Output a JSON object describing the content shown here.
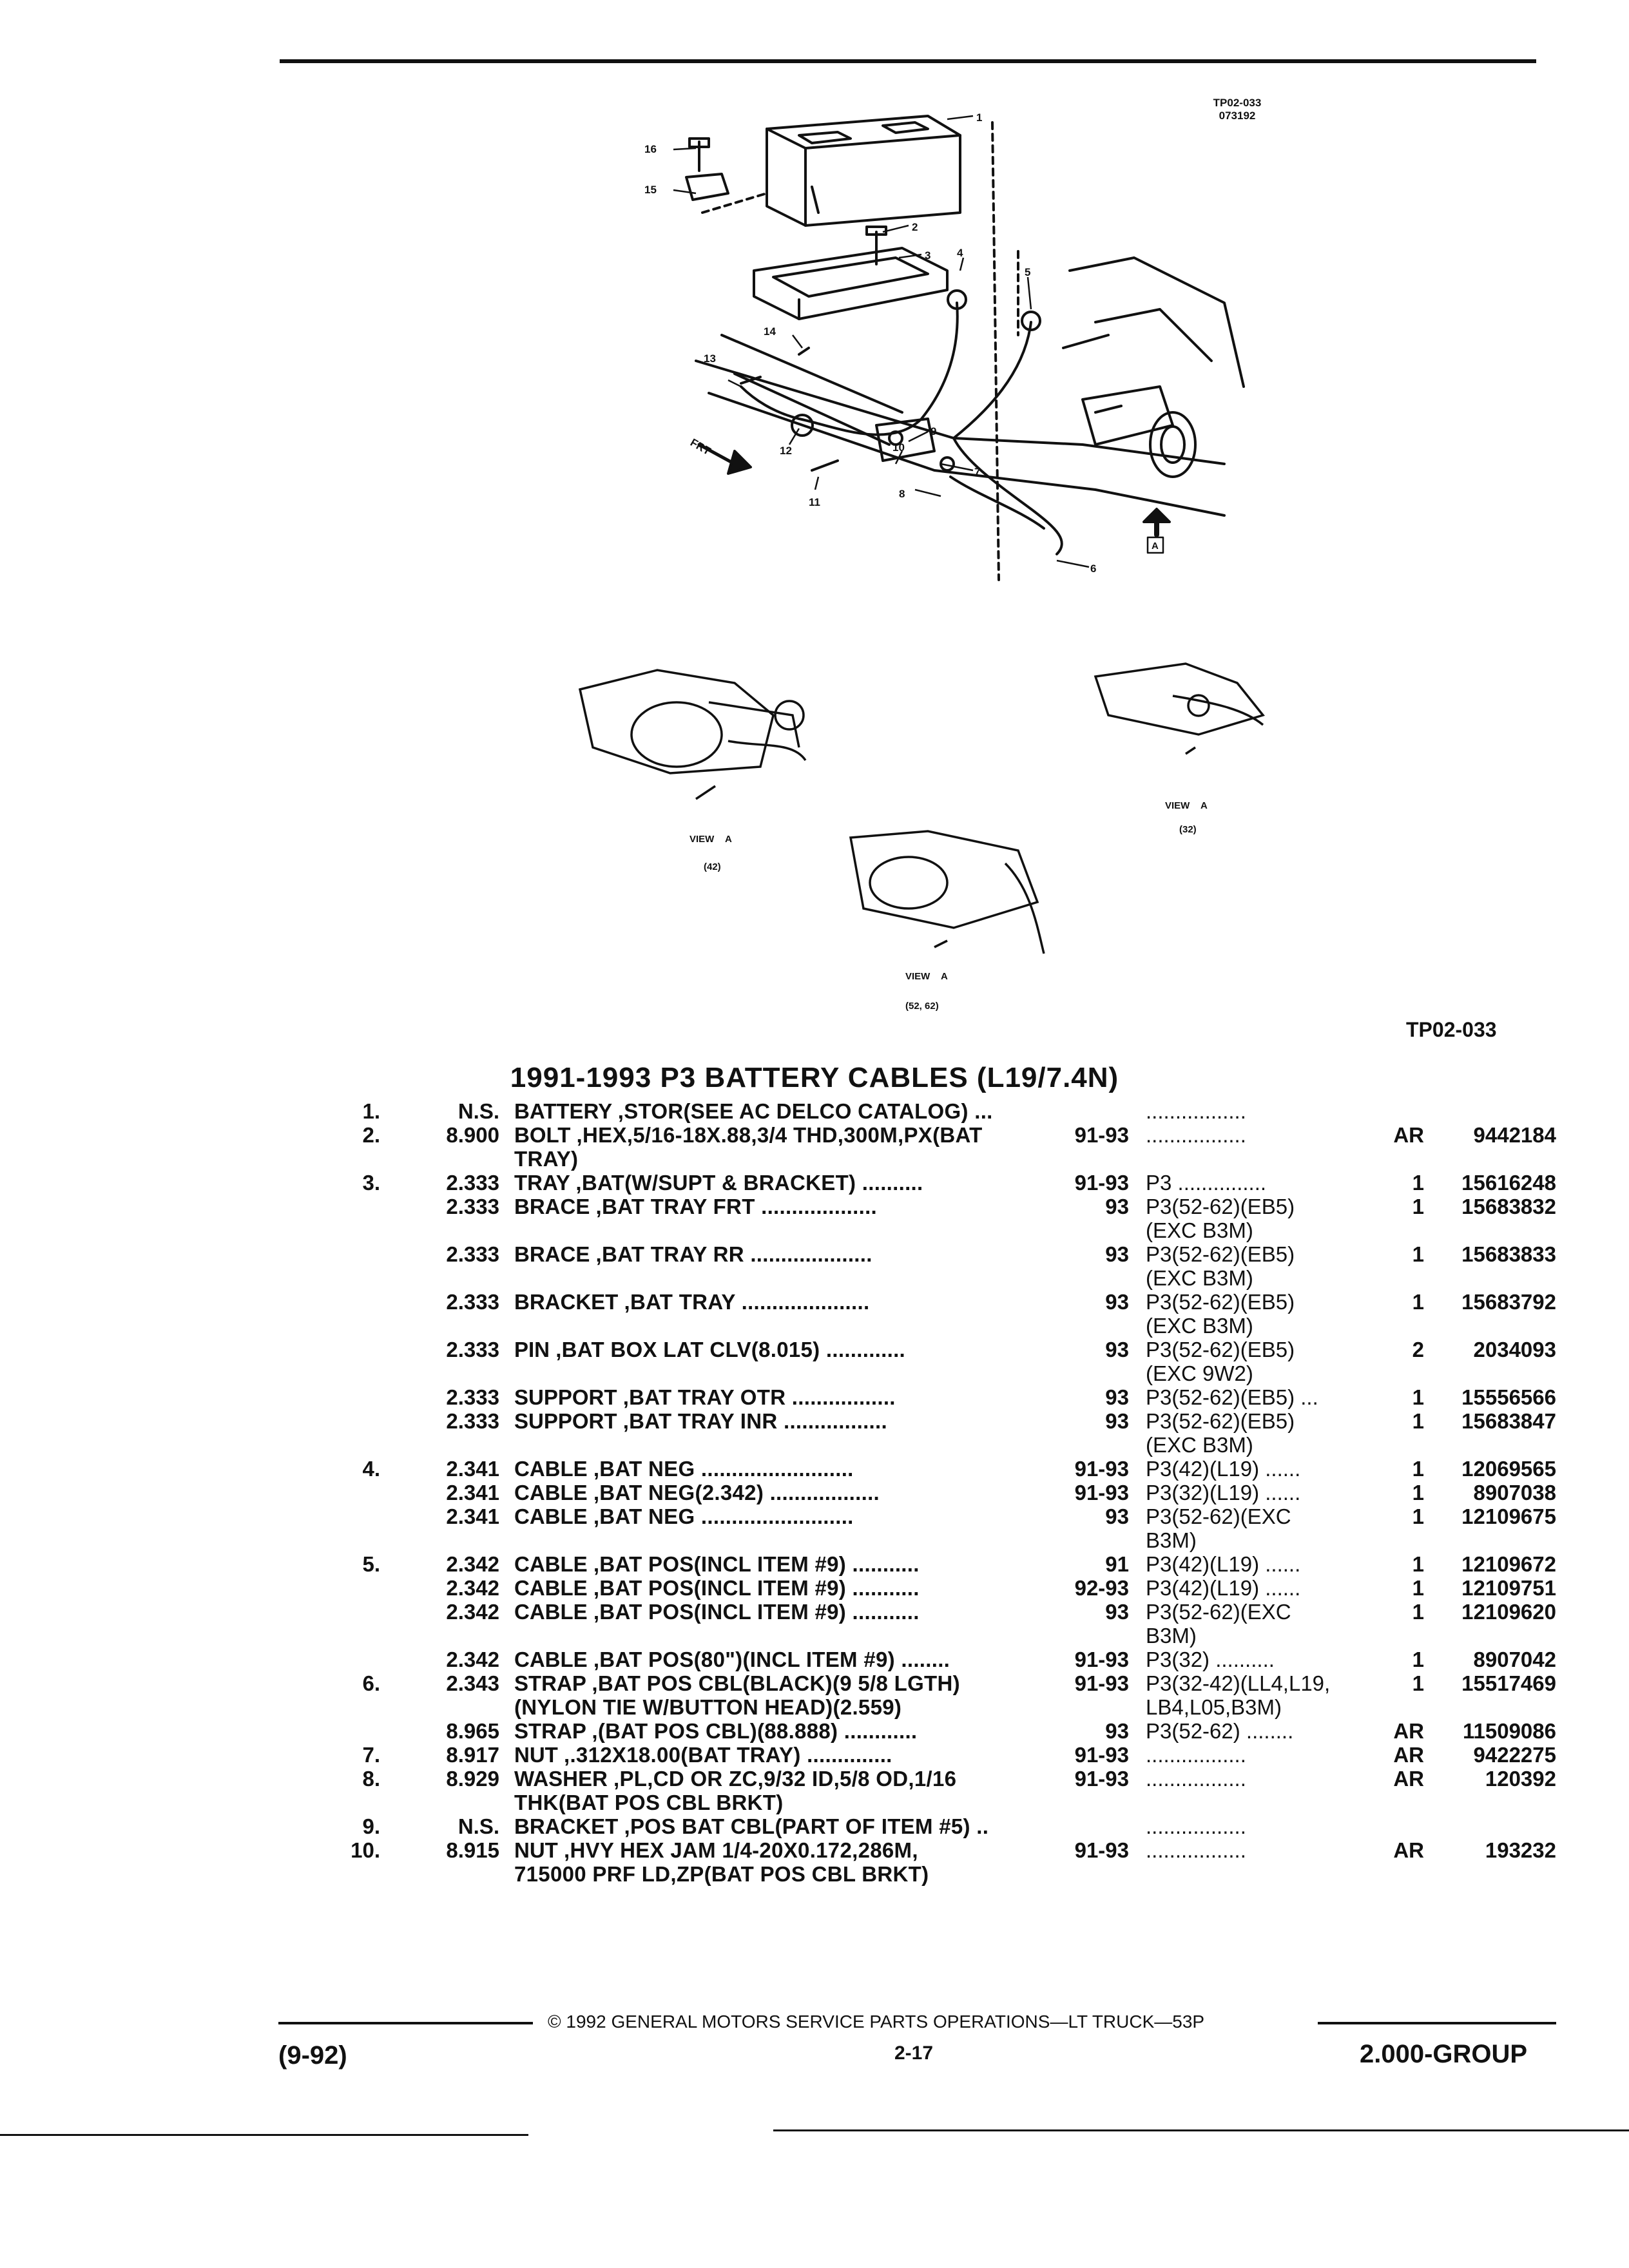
{
  "diagram": {
    "ref_code": "TP02-033",
    "ref_date": "073192",
    "figure_id": "TP02-033",
    "callouts": [
      "1",
      "2",
      "3",
      "4",
      "5",
      "6",
      "7",
      "8",
      "9",
      "10",
      "11",
      "12",
      "13",
      "14",
      "15",
      "16"
    ],
    "view_labels": [
      {
        "prefix": "VIEW",
        "tag": "A",
        "applies": "(42)"
      },
      {
        "prefix": "VIEW",
        "tag": "A",
        "applies": "(32)"
      },
      {
        "prefix": "VIEW",
        "tag": "A",
        "applies": "(52, 62)"
      }
    ],
    "frt_label": "FRT",
    "view_tag": "A"
  },
  "title": "1991-1993 P3 BATTERY CABLES (L19/7.4N)",
  "rows": [
    {
      "item": "1.",
      "group": "N.S.",
      "name": "BATTERY",
      "rest": ",STOR(SEE AC DELCO CATALOG)  ...",
      "years": "",
      "usage": ".................",
      "qty": "",
      "part": ""
    },
    {
      "item": "2.",
      "group": "8.900",
      "name": "BOLT",
      "rest": ",HEX,5/16-18X.88,3/4 THD,300M,PX(BAT",
      "years": "91-93",
      "usage": ".................",
      "qty": "AR",
      "part": "9442184"
    },
    {
      "item": "",
      "group": "",
      "name": "",
      "rest": "TRAY)",
      "years": "",
      "usage": "",
      "qty": "",
      "part": ""
    },
    {
      "item": "3.",
      "group": "2.333",
      "name": "TRAY",
      "rest": ",BAT(W/SUPT & BRACKET)  ..........",
      "years": "91-93",
      "usage": "P3  ...............",
      "qty": "1",
      "part": "15616248"
    },
    {
      "item": "",
      "group": "2.333",
      "name": "BRACE",
      "rest": ",BAT TRAY FRT  ...................",
      "years": "93",
      "usage": "P3(52-62)(EB5)",
      "qty": "1",
      "part": "15683832"
    },
    {
      "item": "",
      "group": "",
      "name": "",
      "rest": "",
      "years": "",
      "usage": "(EXC B3M)",
      "qty": "",
      "part": ""
    },
    {
      "item": "",
      "group": "2.333",
      "name": "BRACE",
      "rest": ",BAT TRAY RR  ....................",
      "years": "93",
      "usage": "P3(52-62)(EB5)",
      "qty": "1",
      "part": "15683833"
    },
    {
      "item": "",
      "group": "",
      "name": "",
      "rest": "",
      "years": "",
      "usage": "(EXC B3M)",
      "qty": "",
      "part": ""
    },
    {
      "item": "",
      "group": "2.333",
      "name": "BRACKET",
      "rest": ",BAT TRAY  .....................",
      "years": "93",
      "usage": "P3(52-62)(EB5)",
      "qty": "1",
      "part": "15683792"
    },
    {
      "item": "",
      "group": "",
      "name": "",
      "rest": "",
      "years": "",
      "usage": "(EXC B3M)",
      "qty": "",
      "part": ""
    },
    {
      "item": "",
      "group": "2.333",
      "name": "PIN",
      "rest": ",BAT BOX LAT CLV(8.015)  .............",
      "years": "93",
      "usage": "P3(52-62)(EB5)",
      "qty": "2",
      "part": "2034093"
    },
    {
      "item": "",
      "group": "",
      "name": "",
      "rest": "",
      "years": "",
      "usage": "(EXC 9W2)",
      "qty": "",
      "part": ""
    },
    {
      "item": "",
      "group": "2.333",
      "name": "SUPPORT",
      "rest": ",BAT TRAY OTR  .................",
      "years": "93",
      "usage": "P3(52-62)(EB5)  ...",
      "qty": "1",
      "part": "15556566"
    },
    {
      "item": "",
      "group": "2.333",
      "name": "SUPPORT",
      "rest": ",BAT TRAY INR  .................",
      "years": "93",
      "usage": "P3(52-62)(EB5)",
      "qty": "1",
      "part": "15683847"
    },
    {
      "item": "",
      "group": "",
      "name": "",
      "rest": "",
      "years": "",
      "usage": "(EXC B3M)",
      "qty": "",
      "part": ""
    },
    {
      "item": "4.",
      "group": "2.341",
      "name": "CABLE",
      "rest": ",BAT NEG  .........................",
      "years": "91-93",
      "usage": "P3(42)(L19)  ......",
      "qty": "1",
      "part": "12069565"
    },
    {
      "item": "",
      "group": "2.341",
      "name": "CABLE",
      "rest": ",BAT NEG(2.342)  ..................",
      "years": "91-93",
      "usage": "P3(32)(L19)  ......",
      "qty": "1",
      "part": "8907038"
    },
    {
      "item": "",
      "group": "2.341",
      "name": "CABLE",
      "rest": ",BAT NEG  .........................",
      "years": "93",
      "usage": "P3(52-62)(EXC",
      "qty": "1",
      "part": "12109675"
    },
    {
      "item": "",
      "group": "",
      "name": "",
      "rest": "",
      "years": "",
      "usage": "B3M)",
      "qty": "",
      "part": ""
    },
    {
      "item": "5.",
      "group": "2.342",
      "name": "CABLE",
      "rest": ",BAT POS(INCL ITEM #9)  ...........",
      "years": "91",
      "usage": "P3(42)(L19)  ......",
      "qty": "1",
      "part": "12109672"
    },
    {
      "item": "",
      "group": "2.342",
      "name": "CABLE",
      "rest": ",BAT POS(INCL ITEM #9)  ...........",
      "years": "92-93",
      "usage": "P3(42)(L19)  ......",
      "qty": "1",
      "part": "12109751"
    },
    {
      "item": "",
      "group": "2.342",
      "name": "CABLE",
      "rest": ",BAT POS(INCL ITEM #9)  ...........",
      "years": "93",
      "usage": "P3(52-62)(EXC",
      "qty": "1",
      "part": "12109620"
    },
    {
      "item": "",
      "group": "",
      "name": "",
      "rest": "",
      "years": "",
      "usage": "B3M)",
      "qty": "",
      "part": ""
    },
    {
      "item": "",
      "group": "2.342",
      "name": "CABLE",
      "rest": ",BAT POS(80\")(INCL ITEM #9)  ........",
      "years": "91-93",
      "usage": "P3(32)  ..........",
      "qty": "1",
      "part": "8907042"
    },
    {
      "item": "6.",
      "group": "2.343",
      "name": "STRAP",
      "rest": ",BAT POS CBL(BLACK)(9 5/8 LGTH)",
      "years": "91-93",
      "usage": "P3(32-42)(LL4,L19,",
      "qty": "1",
      "part": "15517469"
    },
    {
      "item": "",
      "group": "",
      "name": "",
      "rest": "(NYLON TIE W/BUTTON HEAD)(2.559)",
      "years": "",
      "usage": "LB4,L05,B3M)",
      "qty": "",
      "part": ""
    },
    {
      "item": "",
      "group": "8.965",
      "name": "STRAP",
      "rest": ",(BAT POS CBL)(88.888)  ............",
      "years": "93",
      "usage": "P3(52-62)  ........",
      "qty": "AR",
      "part": "11509086"
    },
    {
      "item": "7.",
      "group": "8.917",
      "name": "NUT",
      "rest": ",.312X18.00(BAT TRAY)  ..............",
      "years": "91-93",
      "usage": ".................",
      "qty": "AR",
      "part": "9422275"
    },
    {
      "item": "8.",
      "group": "8.929",
      "name": "WASHER",
      "rest": ",PL,CD OR ZC,9/32 ID,5/8 OD,1/16",
      "years": "91-93",
      "usage": ".................",
      "qty": "AR",
      "part": "120392"
    },
    {
      "item": "",
      "group": "",
      "name": "",
      "rest": "THK(BAT POS CBL BRKT)",
      "years": "",
      "usage": "",
      "qty": "",
      "part": ""
    },
    {
      "item": "9.",
      "group": "N.S.",
      "name": "BRACKET",
      "rest": ",POS BAT CBL(PART OF ITEM #5)  ..",
      "years": "",
      "usage": ".................",
      "qty": "",
      "part": ""
    },
    {
      "item": "10.",
      "group": "8.915",
      "name": "NUT",
      "rest": ",HVY HEX JAM 1/4-20X0.172,286M,",
      "years": "91-93",
      "usage": ".................",
      "qty": "AR",
      "part": "193232"
    },
    {
      "item": "",
      "group": "",
      "name": "",
      "rest": "715000 PRF LD,ZP(BAT POS CBL BRKT)",
      "years": "",
      "usage": "",
      "qty": "",
      "part": ""
    }
  ],
  "footer": {
    "date": "(9-92)",
    "copyright": "©  1992  GENERAL MOTORS SERVICE PARTS OPERATIONS—LT TRUCK—53P",
    "page": "2-17",
    "group": "2.000-GROUP"
  }
}
